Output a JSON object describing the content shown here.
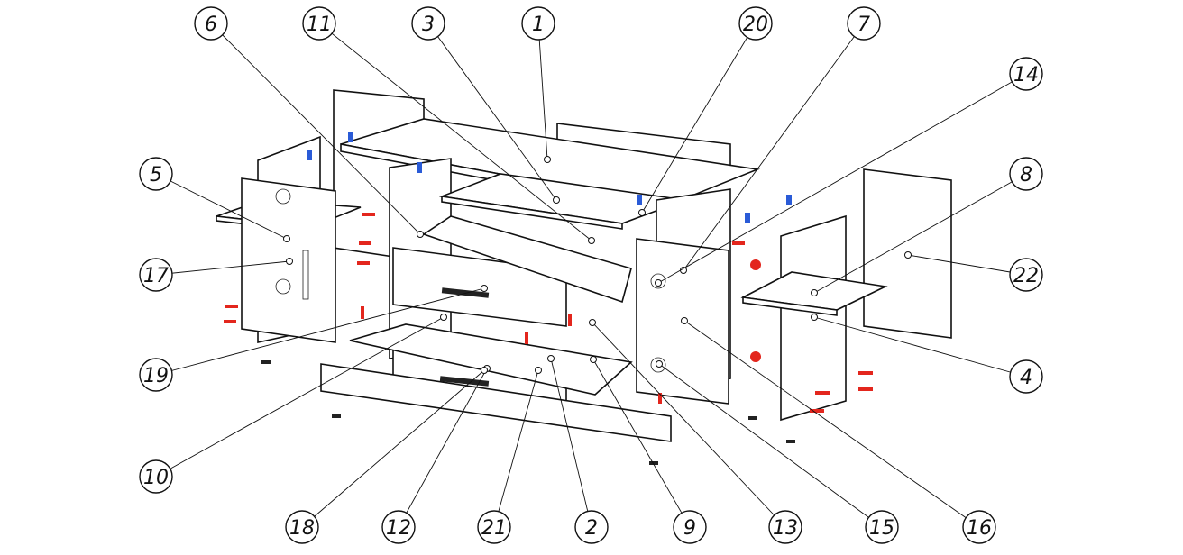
{
  "diagram": {
    "callouts": [
      "1",
      "2",
      "3",
      "4",
      "5",
      "6",
      "7",
      "8",
      "9",
      "10",
      "11",
      "12",
      "13",
      "14",
      "15",
      "16",
      "17",
      "18",
      "19",
      "20",
      "21",
      "22"
    ]
  },
  "colors": {
    "background": "#ffffff",
    "line": "#111111",
    "fastener_red": "#e3261d",
    "fastener_blue": "#2a5bd7"
  }
}
